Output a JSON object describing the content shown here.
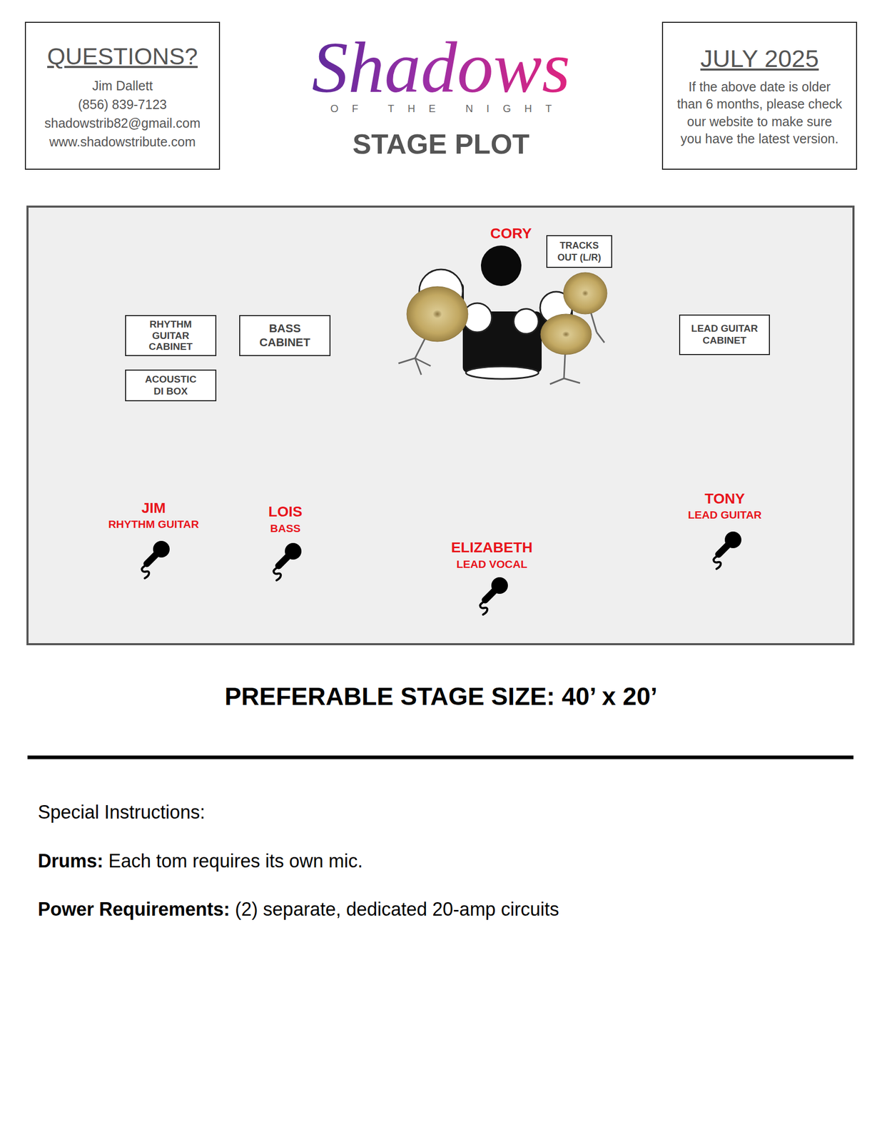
{
  "diagram": {
    "title": "STAGE PLOT",
    "nodes": [
      {
        "text": [
          "QUESTIONS?",
          "Jim Dallett",
          "(856) 839-7123",
          "shadowstrib82@gmail.com",
          "www.shadowstribute.com"
        ]
      },
      {
        "text": [
          "JULY 2025",
          "If the above date is older than 6 months, please check our website to make sure you have the latest version."
        ]
      },
      {
        "text": [
          "TRACKS OUT (L/R)"
        ]
      },
      {
        "text": [
          "RHYTHM GUITAR CABINET"
        ]
      },
      {
        "text": [
          "BASS CABINET"
        ]
      },
      {
        "text": [
          "LEAD GUITAR CABINET"
        ]
      },
      {
        "text": [
          "ACOUSTIC DI BOX"
        ]
      }
    ],
    "labels": [
      "Shadows",
      "OF THE NIGHT",
      "CORY",
      "JIM",
      "RHYTHM GUITAR",
      "LOIS",
      "BASS",
      "ELIZABETH",
      "LEAD VOCAL",
      "TONY",
      "LEAD GUITAR",
      "PREFERABLE STAGE SIZE: 40’ x 20’",
      "Special Instructions:",
      "Drums:",
      "Each tom requires its own mic.",
      "Power Requirements:",
      "(2) separate, dedicated 20-amp circuits"
    ]
  }
}
